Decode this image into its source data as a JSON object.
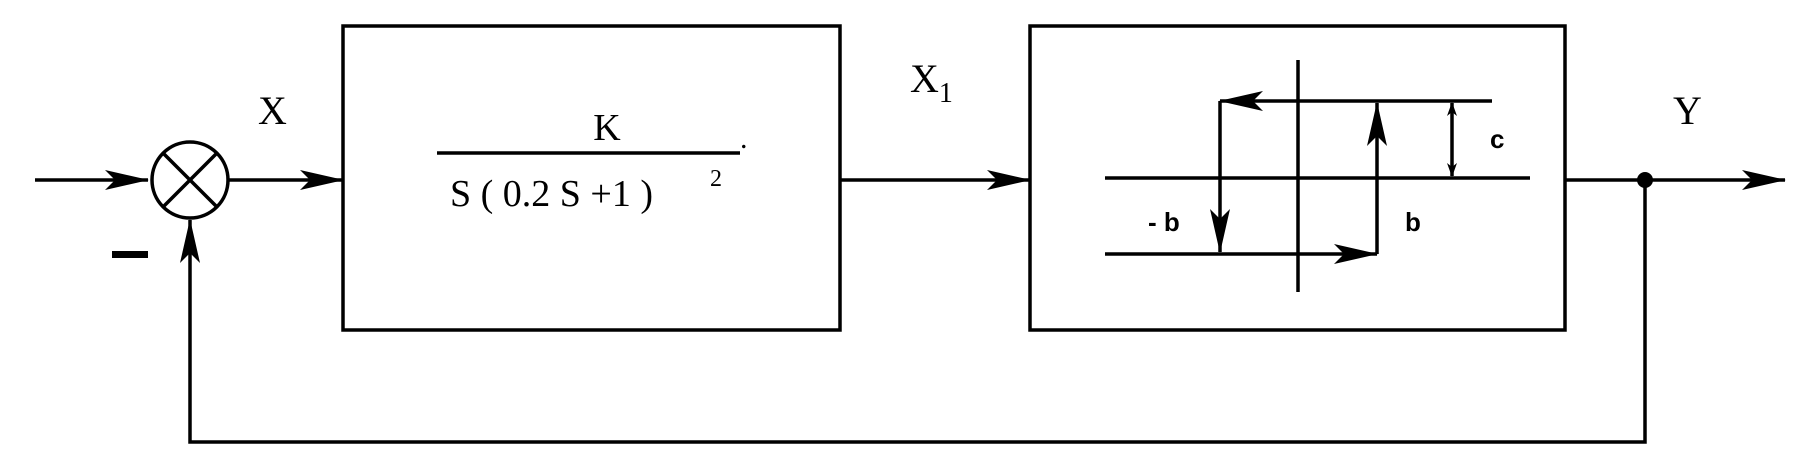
{
  "signals": {
    "input_error": "X",
    "intermediate": "X",
    "intermediate_subscript": "1",
    "output": "Y",
    "feedback_sign": "–"
  },
  "transfer_function": {
    "numerator": "K",
    "denominator": "S ( 0.2 S +1 )",
    "exponent": "2",
    "trailing": "."
  },
  "nonlinearity": {
    "negative_threshold": "- b",
    "positive_threshold": "b",
    "output_level": "c"
  }
}
